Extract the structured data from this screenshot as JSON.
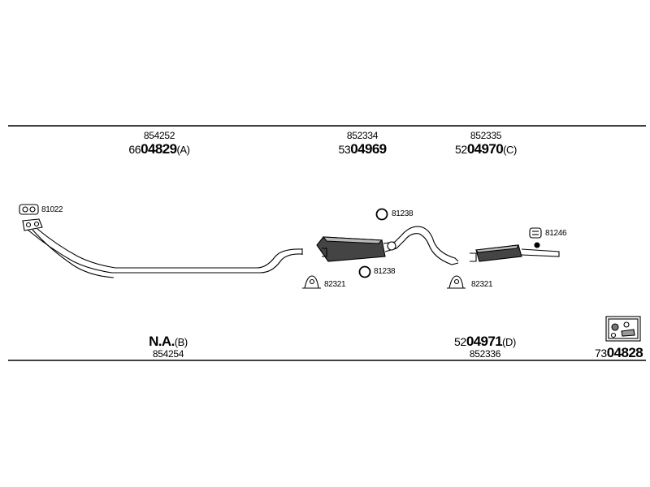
{
  "top_parts": [
    {
      "id": "A",
      "ref": "854252",
      "prefix": "66",
      "number": "04829",
      "suffix": "(A)"
    },
    {
      "id": "B",
      "ref": "852334",
      "prefix": "53",
      "number": "04969",
      "suffix": ""
    },
    {
      "id": "C",
      "ref": "852335",
      "prefix": "52",
      "number": "04970",
      "suffix": "(C)"
    }
  ],
  "bottom_parts": [
    {
      "id": "NA",
      "number": "N.A.",
      "suffix": "(B)",
      "ref": "854254"
    },
    {
      "id": "D",
      "prefix": "52",
      "number": "04971",
      "suffix": "(D)",
      "ref": "852336"
    }
  ],
  "kit": {
    "prefix": "73",
    "number": "04828"
  },
  "accessories": {
    "gasket_front": "81022",
    "ring_upper": "81238",
    "ring_lower": "81238",
    "clamp_left": "82321",
    "clamp_right": "82321",
    "hanger_rear": "81246"
  }
}
